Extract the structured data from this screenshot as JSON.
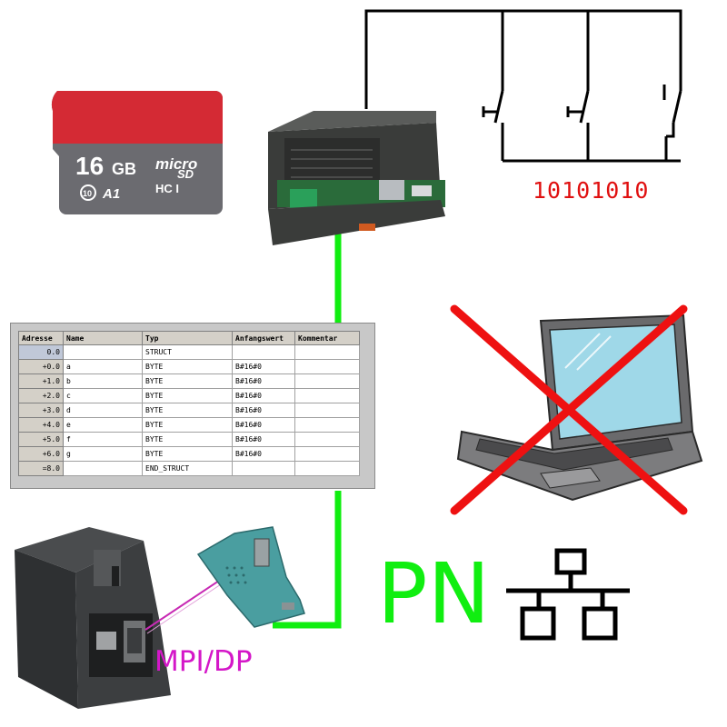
{
  "sd_card": {
    "capacity": "16",
    "unit": "GB",
    "brand_line1": "micro",
    "brand_line2": "SD",
    "hc_mark": "HC I",
    "class_mark": "10",
    "app_class": "A1",
    "colors": {
      "top": "#d42a34",
      "body": "#6b6b70"
    }
  },
  "switch_bits": "10101010",
  "mpi_label": "MPI/DP",
  "pn_label": "PN",
  "colors": {
    "link": "#10ee10",
    "cross": "#ee1111",
    "bits": "#e01010",
    "mpi": "#d417c8",
    "laptop_screen": "#9fd8e8"
  },
  "db_table": {
    "headers": [
      "Adresse",
      "Name",
      "Typ",
      "Anfangswert",
      "Kommentar"
    ],
    "rows": [
      [
        "0.0",
        "",
        "STRUCT",
        "",
        ""
      ],
      [
        "+0.0",
        "a",
        "BYTE",
        "B#16#0",
        ""
      ],
      [
        "+1.0",
        "b",
        "BYTE",
        "B#16#0",
        ""
      ],
      [
        "+2.0",
        "c",
        "BYTE",
        "B#16#0",
        ""
      ],
      [
        "+3.0",
        "d",
        "BYTE",
        "B#16#0",
        ""
      ],
      [
        "+4.0",
        "e",
        "BYTE",
        "B#16#0",
        ""
      ],
      [
        "+5.0",
        "f",
        "BYTE",
        "B#16#0",
        ""
      ],
      [
        "+6.0",
        "g",
        "BYTE",
        "B#16#0",
        ""
      ],
      [
        "=8.0",
        "",
        "END_STRUCT",
        "",
        ""
      ]
    ]
  },
  "icons": {
    "sd": "sd-card-icon",
    "gateway": "gateway-device-icon",
    "switches": "switch-circuit-icon",
    "laptop": "laptop-icon",
    "cross": "cross-icon",
    "plc": "plc-cpu-icon",
    "adapter": "mpi-adapter-icon",
    "network": "network-topology-icon"
  }
}
